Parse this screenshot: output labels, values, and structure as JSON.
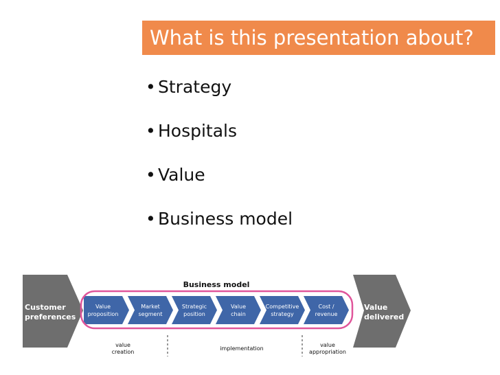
{
  "slide": {
    "title": "What is this presentation about?",
    "bullets": [
      "Strategy",
      "Hospitals",
      "Value",
      "Business model"
    ]
  },
  "diagram": {
    "header": "Business model",
    "left_block": [
      "Customer",
      "preferences"
    ],
    "right_block": [
      "Value",
      "delivered"
    ],
    "chain": [
      [
        "Value",
        "proposition"
      ],
      [
        "Market",
        "segment"
      ],
      [
        "Strategic",
        "position"
      ],
      [
        "Value",
        "chain"
      ],
      [
        "Competitive",
        "strategy"
      ],
      [
        "Cost /",
        "revenue"
      ]
    ],
    "phases": {
      "creation": [
        "value",
        "creation"
      ],
      "implementation": [
        "implementation"
      ],
      "appropriation": [
        "value",
        "appropriation"
      ]
    }
  },
  "colors": {
    "title_bg": "#f08a4b",
    "chevron_fill": "#3f66a8",
    "block_fill": "#6e6e6e",
    "outline": "#e0559a"
  }
}
